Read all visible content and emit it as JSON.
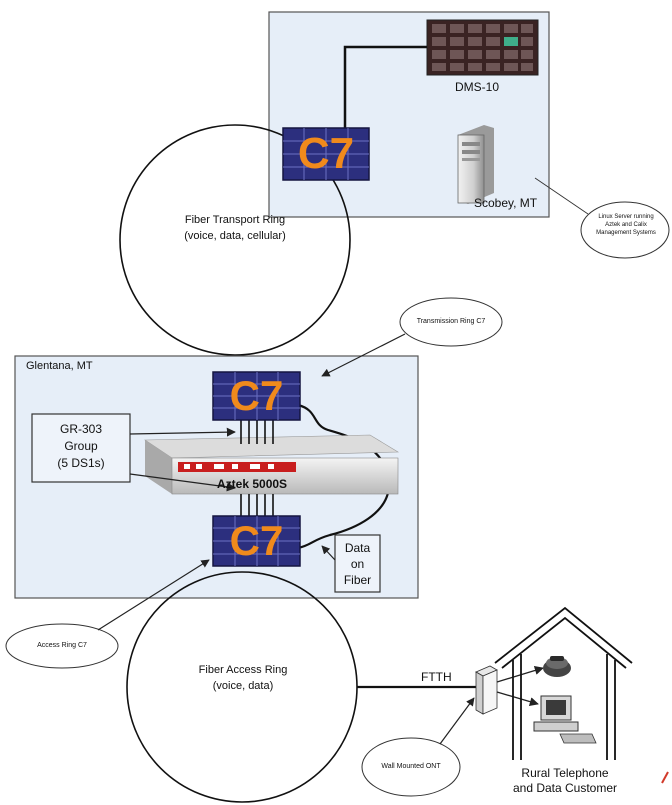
{
  "scobey_site": {
    "equipment": "DMS-10",
    "location": "Scobey, MT"
  },
  "transport_ring": {
    "label": "Fiber Transport Ring\n(voice, data, cellular)"
  },
  "server_callout": {
    "text": "Linux Server running\nAztek and Calix\nManagement Systems"
  },
  "transmission_callout": {
    "text": "Transmission Ring C7"
  },
  "glentana_site": {
    "location": "Glentana, MT",
    "gr303_box": "GR-303\nGroup\n(5 DS1s)",
    "switch_label": "Aztek 5000S",
    "data_fiber_box": "Data\non\nFiber"
  },
  "c7_logo_text": "C7",
  "access_callout": {
    "text": "Access Ring C7"
  },
  "access_ring": {
    "label": "Fiber Access  Ring\n(voice, data)"
  },
  "ftth_label": "FTTH",
  "ont_callout": {
    "text": "Wall Mounted ONT"
  },
  "customer_label": "Rural Telephone\nand Data Customer",
  "colors": {
    "site_fill": "#e6eef8",
    "c7_orange": "#f08a1c",
    "c7_navy": "#2c2f7e",
    "switch_red": "#c81e1e"
  }
}
